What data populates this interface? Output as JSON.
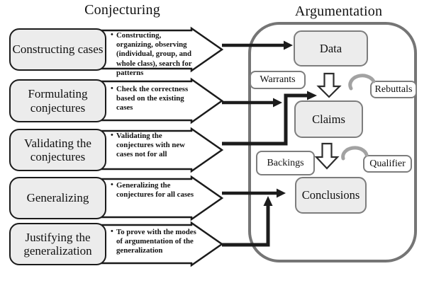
{
  "headers": {
    "left": "Conjecturing",
    "right": "Argumentation"
  },
  "stages": [
    {
      "label": "Constructing cases",
      "note": "Constructing, organizing, observing (individual, group, and whole class), search for patterns"
    },
    {
      "label": "Formulating conjectures",
      "note": "Check the correctness based on the existing cases"
    },
    {
      "label": "Validating the conjectures",
      "note": "Validating the conjectures with new cases not for all"
    },
    {
      "label": "Generalizing",
      "note": "Generalizing the conjectures for all cases"
    },
    {
      "label": "Justifying the generalization",
      "note": "To prove with the modes of argumentation of the generalization"
    }
  ],
  "argumentation": {
    "nodes": {
      "data": "Data",
      "warrants": "Warrants",
      "rebuttals": "Rebuttals",
      "claims": "Claims",
      "backings": "Backings",
      "qualifier": "Qualifier",
      "conclusions": "Conclusions"
    }
  },
  "colors": {
    "node_fill": "#ececec",
    "node_border_dark": "#1b1b1b",
    "node_border_gray": "#7d7d7d",
    "container_border": "#757575",
    "connector": "#1c1c1c",
    "curved_arrow": "#a2a2a2"
  }
}
